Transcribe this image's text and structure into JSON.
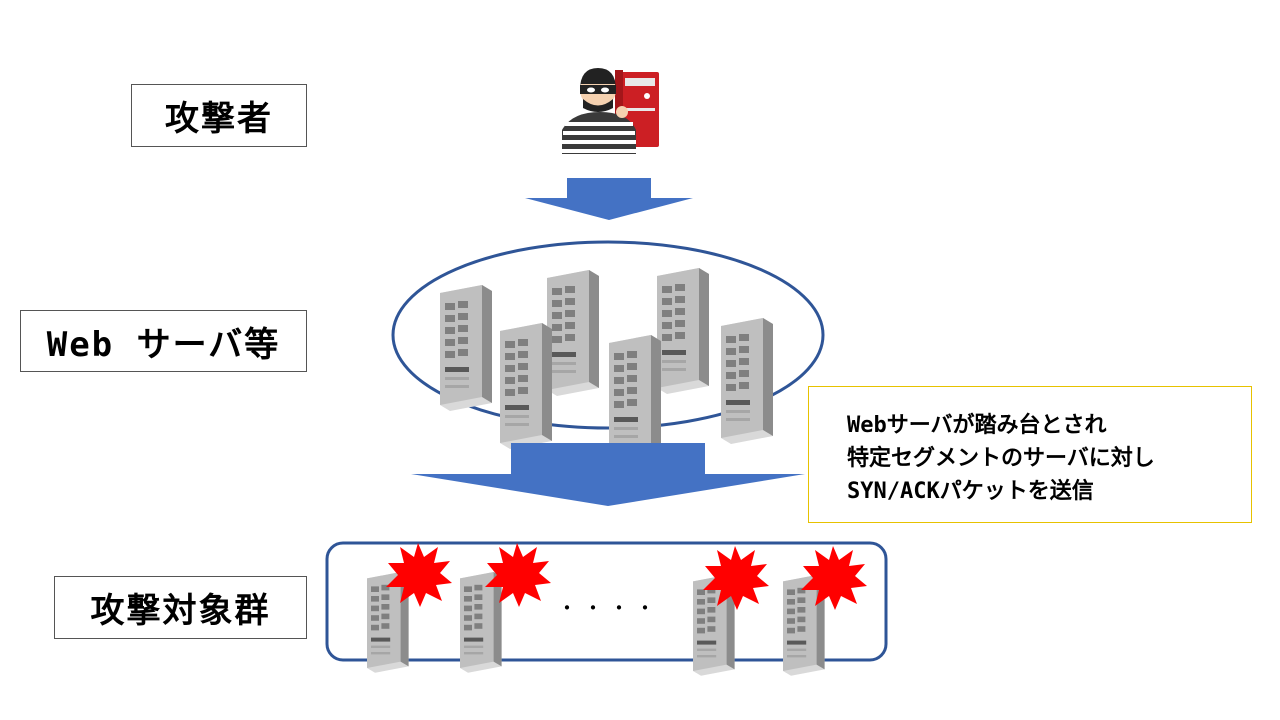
{
  "labels": {
    "attacker": "攻撃者",
    "web_servers": "Web サーバ等",
    "targets": "攻撃対象群"
  },
  "note": {
    "lines": [
      " Webサーバが踏み台とされ",
      "特定セグメントのサーバに対し",
      "SYN/ACKパケットを送信"
    ]
  },
  "dots": "・・・・",
  "colors": {
    "arrow": "#4472c4",
    "ellipse_border": "#2f5597",
    "target_border": "#2f5597",
    "burst": "#ff0000",
    "attacker_pc": "#cc1f24",
    "note_border": "#e7c200"
  },
  "icons": {
    "attacker": "hacker-with-pc-icon",
    "server": "server-tower-icon",
    "burst": "red-burst-icon",
    "arrow": "down-arrow-icon"
  }
}
